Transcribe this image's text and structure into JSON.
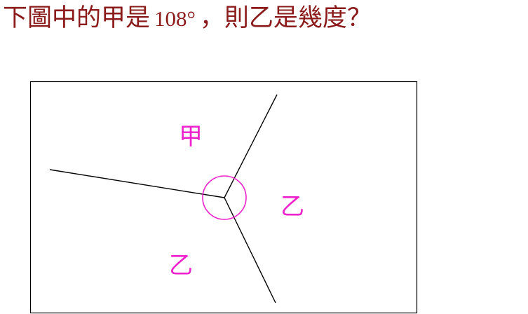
{
  "question": {
    "prefix": "下圖中的甲是",
    "angle": "108°",
    "suffix": "，則乙是幾度？"
  },
  "figure": {
    "label_a": "甲",
    "label_b_right": "乙",
    "label_b_bottom": "乙",
    "line_color": "#000000",
    "label_color": "#ee22cc",
    "question_color": "#8b1a1a"
  }
}
